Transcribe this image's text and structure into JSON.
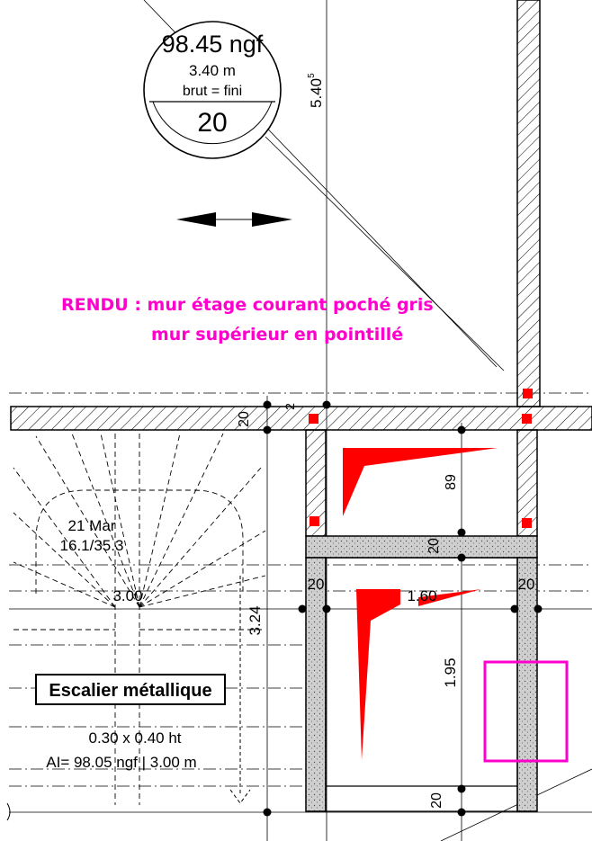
{
  "level_marker": {
    "elevation": "98.45 ngf",
    "height": "3.40 m",
    "finish": "brut = fini",
    "number": "20"
  },
  "dimensions": {
    "vertical_top": "5.40",
    "vertical_top_sup": "5",
    "wall_thickness_left": "20",
    "wall_small_2": "2",
    "shaft_upper": "89",
    "lintel_20": "20",
    "left_jamb_20": "20",
    "right_jamb_20": "20",
    "door_width": "1.60",
    "door_height": "1.95",
    "bottom_20": "20",
    "stair_run": "3.00",
    "stair_height": "3.24"
  },
  "annotations": {
    "rendering_line1": "RENDU : mur étage courant poché gris",
    "rendering_line2": "mur supérieur en pointillé"
  },
  "stair": {
    "steps": "21 Mar",
    "ratio": "16.1/35.3",
    "label": "Escalier métallique",
    "section": "0.30 x 0.40 ht",
    "altitude": "AI= 98.05 ngf | 3.00 m"
  },
  "colors": {
    "annotation": "#ff00cc",
    "marker": "#ff0000",
    "highlight_box": "#ff00cc",
    "poche": "#cfcfcf"
  }
}
